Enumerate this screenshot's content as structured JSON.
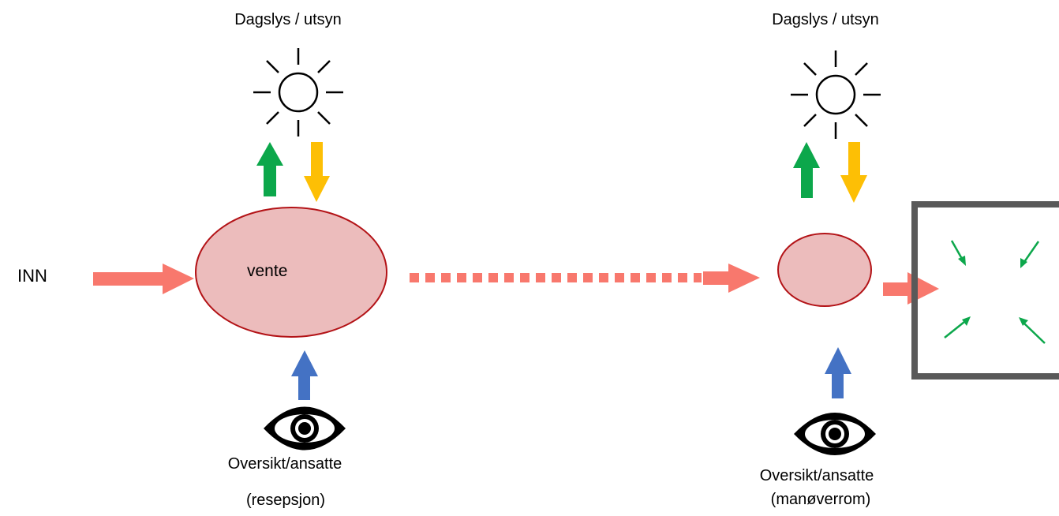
{
  "labels": {
    "inn": "INN",
    "daylight_left": "Dagslys / utsyn",
    "daylight_right": "Dagslys / utsyn",
    "waiting": "vente",
    "overview_left": "Oversikt/ansatte",
    "overview_left_sub": "(resepsjon)",
    "overview_right": "Oversikt/ansatte",
    "overview_right_sub": "(manøverrom)"
  },
  "colors": {
    "flow_arrow": "#f8786d",
    "ellipse_fill": "#ecbcbc",
    "ellipse_stroke": "#b31317",
    "green_arrow": "#0ca74b",
    "yellow_arrow": "#fdbf05",
    "blue_arrow": "#4472c4",
    "room_border": "#595959"
  },
  "icons": [
    "sun-icon",
    "sun-icon",
    "eye-icon",
    "eye-icon"
  ]
}
